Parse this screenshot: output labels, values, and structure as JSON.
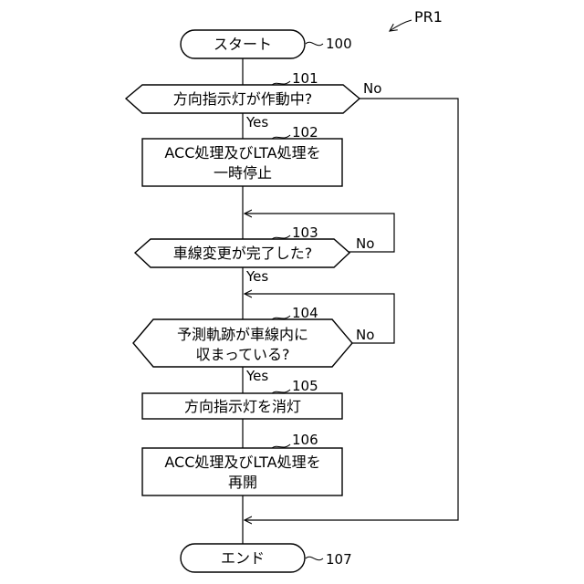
{
  "figure_label": "PR1",
  "steps": {
    "start": {
      "ref": "100",
      "text": "スタート"
    },
    "s101": {
      "ref": "101",
      "text": "方向指示灯が作動中?"
    },
    "s102": {
      "ref": "102",
      "line1": "ACC処理及びLTA処理を",
      "line2": "一時停止"
    },
    "s103": {
      "ref": "103",
      "text": "車線変更が完了した?"
    },
    "s104": {
      "ref": "104",
      "line1": "予測軌跡が車線内に",
      "line2": "収まっている?"
    },
    "s105": {
      "ref": "105",
      "text": "方向指示灯を消灯"
    },
    "s106": {
      "ref": "106",
      "line1": "ACC処理及びLTA処理を",
      "line2": "再開"
    },
    "end": {
      "ref": "107",
      "text": "エンド"
    }
  },
  "branches": {
    "s101_yes": "Yes",
    "s101_no": "No",
    "s103_yes": "Yes",
    "s103_no": "No",
    "s104_yes": "Yes",
    "s104_no": "No"
  }
}
